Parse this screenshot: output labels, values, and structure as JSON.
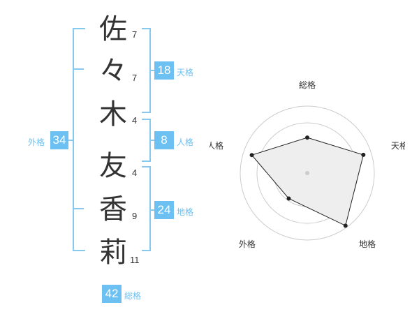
{
  "name_chars": [
    {
      "char": "佐",
      "strokes": "7"
    },
    {
      "char": "々",
      "strokes": "7"
    },
    {
      "char": "木",
      "strokes": "4"
    },
    {
      "char": "友",
      "strokes": "4"
    },
    {
      "char": "香",
      "strokes": "9"
    },
    {
      "char": "莉",
      "strokes": "11"
    }
  ],
  "fortune": {
    "tenkaku": {
      "value": "18",
      "label": "天格"
    },
    "jinkaku": {
      "value": "8",
      "label": "人格"
    },
    "chikaku": {
      "value": "24",
      "label": "地格"
    },
    "gaikaku": {
      "value": "34",
      "label": "外格"
    },
    "soukaku": {
      "value": "42",
      "label": "総格"
    }
  },
  "colors": {
    "accent": "#6cc1f2",
    "bracket": "#86c8f0",
    "text": "#333333",
    "radar_fill": "#eeeeee"
  },
  "chart_data": {
    "type": "radar",
    "axes": [
      "総格",
      "天格",
      "地格",
      "外格",
      "人格"
    ],
    "values": [
      0.53,
      0.88,
      0.97,
      0.47,
      0.87
    ],
    "rings": 4,
    "grid": true
  }
}
